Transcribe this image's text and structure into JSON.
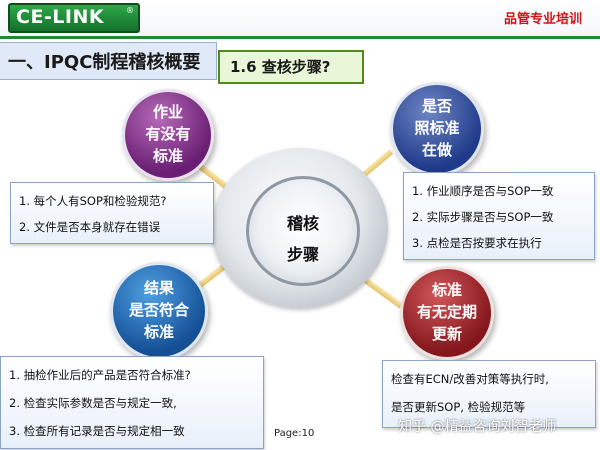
{
  "header": {
    "logo": "CE-LINK",
    "logo_mark": "®",
    "title": "品管专业培训"
  },
  "section": {
    "title": "一、IPQC制程稽核概要",
    "subtitle": "1.6 查核步骤?"
  },
  "hub": {
    "line1": "稽核",
    "line2": "步骤"
  },
  "bubbles": {
    "top_left": {
      "lines": [
        "作业",
        "有没有",
        "标准"
      ]
    },
    "top_right": {
      "lines": [
        "是否",
        "照标准",
        "在做"
      ]
    },
    "bottom_left": {
      "lines": [
        "结果",
        "是否符合",
        "标准"
      ]
    },
    "bottom_right": {
      "lines": [
        "标准",
        "有无定期",
        "更新"
      ]
    }
  },
  "boxes": {
    "top_left": {
      "items": [
        "1. 每个人有SOP和检验规范?",
        "2. 文件是否本身就存在错误"
      ]
    },
    "top_right": {
      "items": [
        "1. 作业顺序是否与SOP一致",
        "2. 实际步骤是否与SOP一致",
        "3. 点检是否按要求在执行"
      ]
    },
    "bottom_left": {
      "items": [
        "1. 抽检作业后的产品是否符合标准?",
        "2. 检查实际参数是否与规定一致,",
        "3. 检查所有记录是否与规定相一致"
      ]
    },
    "bottom_right": {
      "items": [
        "检查有ECN/改善对策等执行时,",
        "是否更新SOP, 检验规范等"
      ]
    }
  },
  "footer": {
    "page": "Page:10",
    "watermark": "知乎 @精益咨询刘智老师"
  },
  "colors": {
    "brand_green": "#1f8a3b",
    "header_title": "#d01414"
  }
}
